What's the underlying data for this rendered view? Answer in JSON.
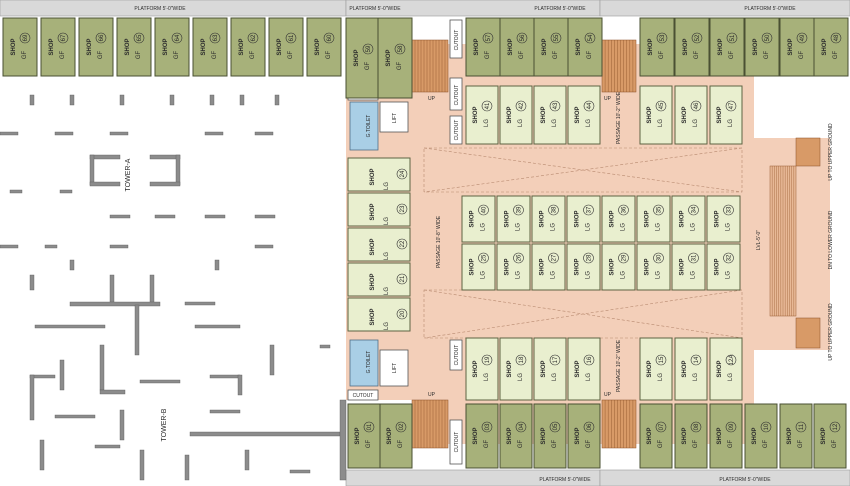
{
  "labels": {
    "platform": "PLATFORM 5'-0\"WIDE",
    "passage_10_8": "PASSAGE 10'-8\" WIDE",
    "passage_10_2": "PASSAGE 10'-2\" WIDE",
    "lvl": "LVL-5'-0\"",
    "up_upper_ground": "UP TO UPPER GROUND",
    "dn_lower_ground": "DN TO LOWER GROUND",
    "tower_a": "TOWER-A",
    "tower_b": "TOWER-B",
    "cutout": "CUTOUT",
    "toilet": "G.TOILET",
    "lift": "LIFT",
    "up": "UP"
  },
  "gf_top": [
    {
      "label": "SHOP",
      "floor": "GF",
      "num": "69"
    },
    {
      "label": "SHOP",
      "floor": "GF",
      "num": "67"
    },
    {
      "label": "SHOP",
      "floor": "GF",
      "num": "66"
    },
    {
      "label": "SHOP",
      "floor": "GF",
      "num": "65"
    },
    {
      "label": "SHOP",
      "floor": "GF",
      "num": "64"
    },
    {
      "label": "SHOP",
      "floor": "GF",
      "num": "63"
    },
    {
      "label": "SHOP",
      "floor": "GF",
      "num": "62"
    },
    {
      "label": "SHOP",
      "floor": "GF",
      "num": "61"
    },
    {
      "label": "SHOP",
      "floor": "GF",
      "num": "60"
    },
    {
      "label": "SHOP",
      "floor": "GF",
      "num": "59"
    },
    {
      "label": "SHOP",
      "floor": "GF",
      "num": "58"
    },
    {
      "label": "SHOP",
      "floor": "GF",
      "num": "57"
    },
    {
      "label": "SHOP",
      "floor": "GF",
      "num": "56"
    },
    {
      "label": "SHOP",
      "floor": "GF",
      "num": "55"
    },
    {
      "label": "SHOP",
      "floor": "GF",
      "num": "54"
    },
    {
      "label": "SHOP",
      "floor": "GF",
      "num": "53"
    },
    {
      "label": "SHOP",
      "floor": "GF",
      "num": "52"
    },
    {
      "label": "SHOP",
      "floor": "GF",
      "num": "51"
    },
    {
      "label": "SHOP",
      "floor": "GF",
      "num": "50"
    },
    {
      "label": "SHOP",
      "floor": "GF",
      "num": "49"
    },
    {
      "label": "SHOP",
      "floor": "GF",
      "num": "48"
    }
  ],
  "lg_upper": [
    {
      "label": "SHOP",
      "floor": "LG",
      "num": "41"
    },
    {
      "label": "SHOP",
      "floor": "LG",
      "num": "42"
    },
    {
      "label": "SHOP",
      "floor": "LG",
      "num": "43"
    },
    {
      "label": "SHOP",
      "floor": "LG",
      "num": "44"
    },
    {
      "label": "SHOP",
      "floor": "LG",
      "num": "45"
    },
    {
      "label": "SHOP",
      "floor": "LG",
      "num": "46"
    },
    {
      "label": "SHOP",
      "floor": "LG",
      "num": "47"
    }
  ],
  "lg_left": [
    {
      "label": "SHOP",
      "floor": "LG",
      "num": "24"
    },
    {
      "label": "SHOP",
      "floor": "LG",
      "num": "23"
    },
    {
      "label": "SHOP",
      "floor": "LG",
      "num": "22"
    },
    {
      "label": "SHOP",
      "floor": "LG",
      "num": "21"
    },
    {
      "label": "SHOP",
      "floor": "LG",
      "num": "20"
    }
  ],
  "lg_center_top": [
    {
      "label": "SHOP",
      "floor": "LG",
      "num": "40"
    },
    {
      "label": "SHOP",
      "floor": "LG",
      "num": "39"
    },
    {
      "label": "SHOP",
      "floor": "LG",
      "num": "38"
    },
    {
      "label": "SHOP",
      "floor": "LG",
      "num": "37"
    },
    {
      "label": "SHOP",
      "floor": "LG",
      "num": "36"
    },
    {
      "label": "SHOP",
      "floor": "LG",
      "num": "35"
    },
    {
      "label": "SHOP",
      "floor": "LG",
      "num": "34"
    },
    {
      "label": "SHOP",
      "floor": "LG",
      "num": "33"
    }
  ],
  "lg_center_bottom": [
    {
      "label": "SHOP",
      "floor": "LG",
      "num": "25"
    },
    {
      "label": "SHOP",
      "floor": "LG",
      "num": "26"
    },
    {
      "label": "SHOP",
      "floor": "LG",
      "num": "27"
    },
    {
      "label": "SHOP",
      "floor": "LG",
      "num": "28"
    },
    {
      "label": "SHOP",
      "floor": "LG",
      "num": "29"
    },
    {
      "label": "SHOP",
      "floor": "LG",
      "num": "30"
    },
    {
      "label": "SHOP",
      "floor": "LG",
      "num": "31"
    },
    {
      "label": "SHOP",
      "floor": "LG",
      "num": "32"
    }
  ],
  "lg_lower": [
    {
      "label": "SHOP",
      "floor": "LG",
      "num": "19"
    },
    {
      "label": "SHOP",
      "floor": "LG",
      "num": "18"
    },
    {
      "label": "SHOP",
      "floor": "LG",
      "num": "17"
    },
    {
      "label": "SHOP",
      "floor": "LG",
      "num": "16"
    },
    {
      "label": "SHOP",
      "floor": "LG",
      "num": "15"
    },
    {
      "label": "SHOP",
      "floor": "LG",
      "num": "14"
    },
    {
      "label": "SHOP",
      "floor": "LG",
      "num": "12A"
    }
  ],
  "gf_bottom": [
    {
      "label": "SHOP",
      "floor": "GF",
      "num": "01"
    },
    {
      "label": "SHOP",
      "floor": "GF",
      "num": "02"
    },
    {
      "label": "SHOP",
      "floor": "GF",
      "num": "03"
    },
    {
      "label": "SHOP",
      "floor": "GF",
      "num": "04"
    },
    {
      "label": "SHOP",
      "floor": "GF",
      "num": "05"
    },
    {
      "label": "SHOP",
      "floor": "GF",
      "num": "06"
    },
    {
      "label": "SHOP",
      "floor": "GF",
      "num": "07"
    },
    {
      "label": "SHOP",
      "floor": "GF",
      "num": "08"
    },
    {
      "label": "SHOP",
      "floor": "GF",
      "num": "09"
    },
    {
      "label": "SHOP",
      "floor": "GF",
      "num": "10"
    },
    {
      "label": "SHOP",
      "floor": "GF",
      "num": "11"
    },
    {
      "label": "SHOP",
      "floor": "GF",
      "num": "12"
    }
  ]
}
